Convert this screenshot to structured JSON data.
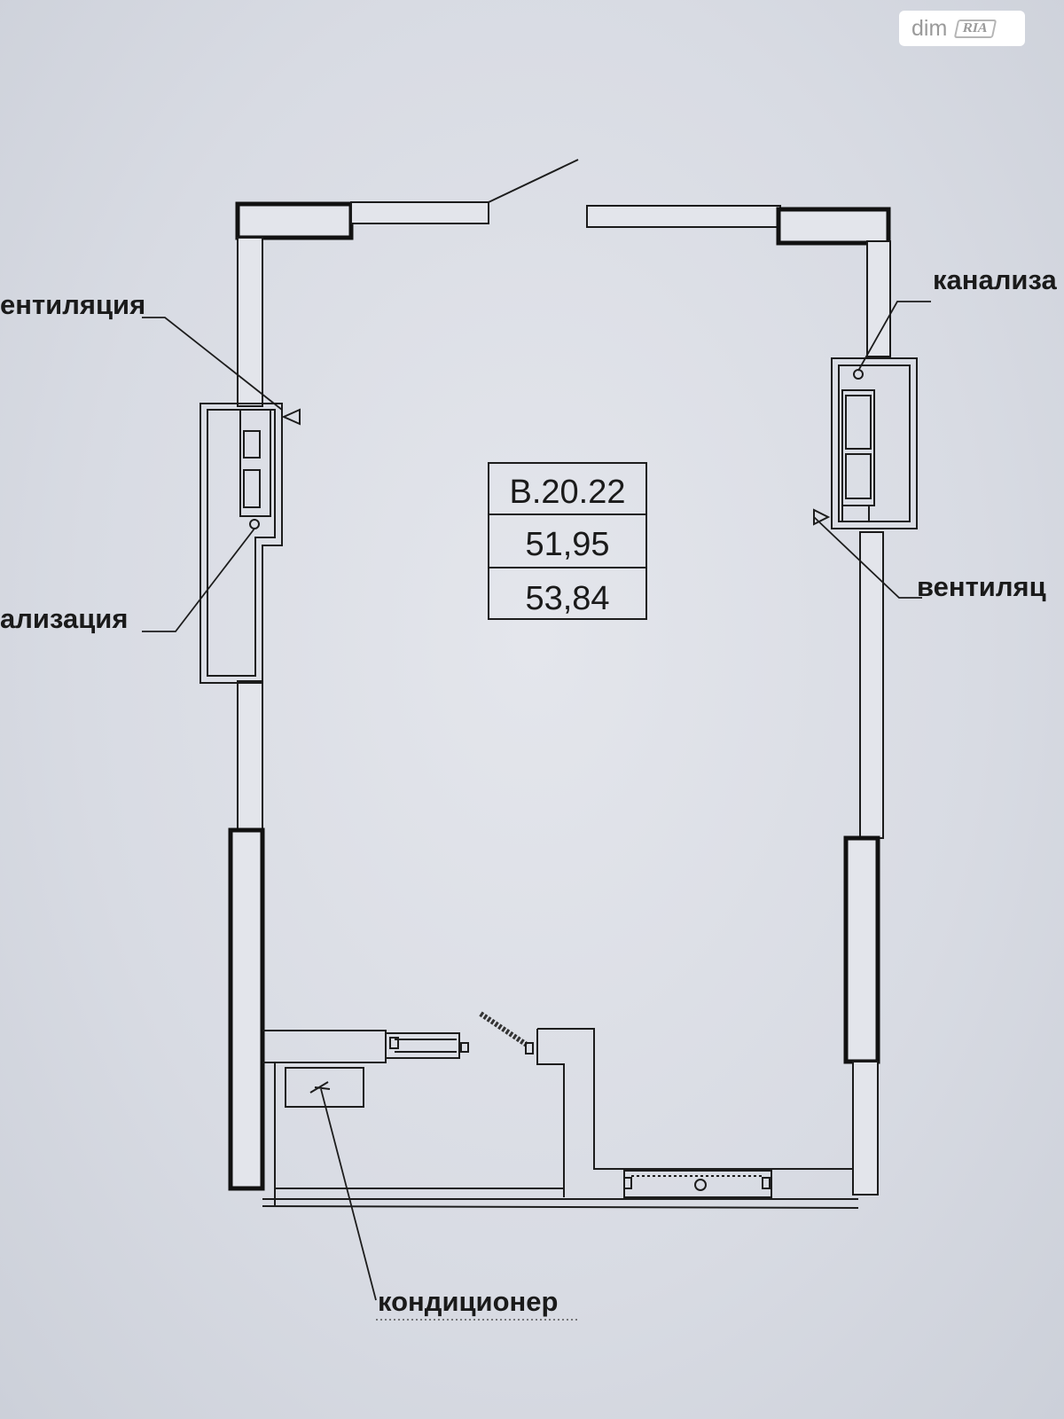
{
  "unit_label": {
    "code": "B.20.22",
    "area_1": "51,95",
    "area_2": "53,84"
  },
  "annotations": {
    "ventilation_left": "ентиляция",
    "sewage_left": "ализация",
    "sewage_right": "канализа",
    "ventilation_right": "вентиляц",
    "air_conditioner": "кондиционер"
  },
  "watermark": {
    "brand": "dim",
    "badge": "RIA"
  }
}
